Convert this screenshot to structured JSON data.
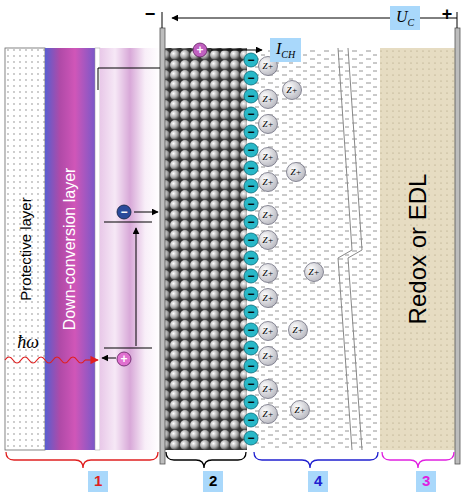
{
  "diagram": {
    "nodes": [
      {
        "text": [
          "Protective layer"
        ]
      },
      {
        "text": [
          "Down-conversion layer"
        ]
      },
      {
        "text": [
          "Redox or EDL"
        ]
      },
      {
        "text": [
          "I",
          "CH"
        ]
      },
      {
        "text": [
          "U",
          "C"
        ]
      },
      {
        "text": [
          "1"
        ]
      },
      {
        "text": [
          "2"
        ]
      },
      {
        "text": [
          "4"
        ]
      },
      {
        "text": [
          "3"
        ]
      }
    ],
    "labels": [
      "−",
      "+",
      "ħω",
      "+",
      "−",
      "+",
      "−",
      "−",
      "−",
      "−",
      "−",
      "−",
      "−",
      "−",
      "−",
      "−",
      "−",
      "−",
      "−",
      "−",
      "−",
      "−",
      "−",
      "−",
      "−",
      "−",
      "−",
      "−",
      "Z+",
      "Z+",
      "Z+",
      "Z+",
      "Z+",
      "Z+",
      "Z+",
      "Z+",
      "Z+",
      "Z+",
      "Z+",
      "Z+",
      "Z+",
      "Z+",
      "Z+",
      "Z+",
      "Z+",
      "Z+"
    ]
  }
}
